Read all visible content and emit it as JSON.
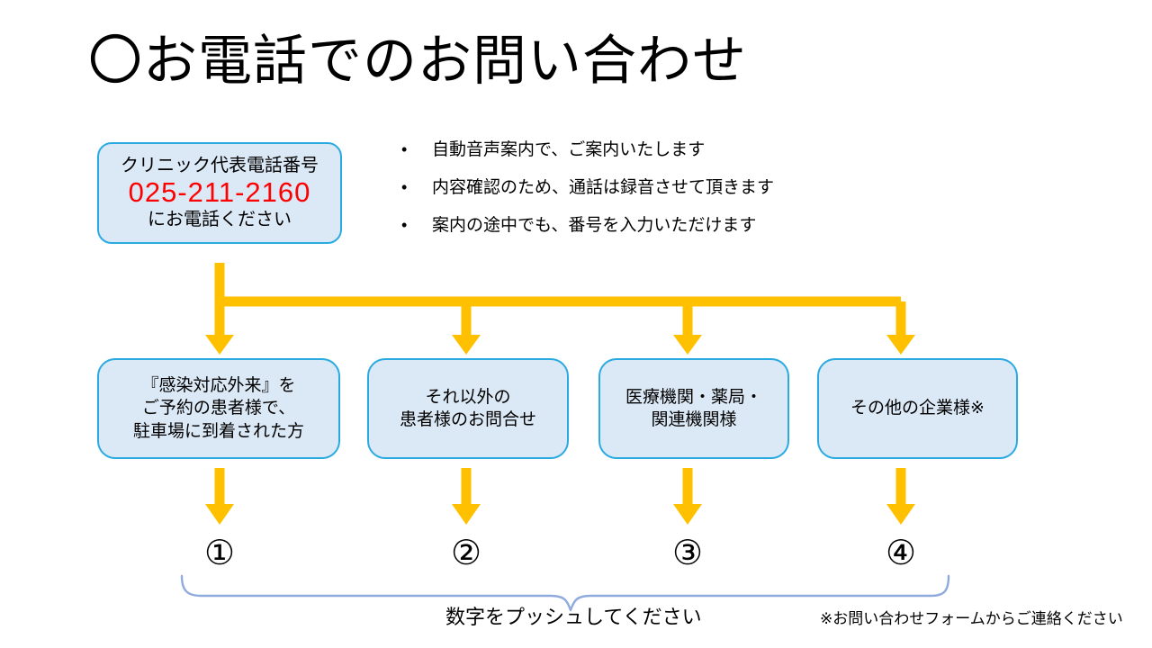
{
  "page": {
    "title": "〇お電話でのお問い合わせ",
    "background_color": "#ffffff"
  },
  "colors": {
    "box_fill": "#dbe8f5",
    "box_border": "#29abe2",
    "arrow": "#ffc000",
    "brace": "#8faadc",
    "phone_number_text": "#ff0000",
    "text": "#000000"
  },
  "phone_box": {
    "heading": "クリニック代表電話番号",
    "number": "025-211-2160",
    "instruction": "にお電話ください"
  },
  "notes": {
    "bullets": [
      {
        "marker": "•",
        "text": "自動音声案内で、ご案内いたします"
      },
      {
        "marker": "•",
        "text": "内容確認のため、通話は録音させて頂きます"
      },
      {
        "marker": "•",
        "text": "案内の途中でも、番号を入力いただけます"
      }
    ]
  },
  "categories": [
    {
      "id": "cat-1",
      "lines": [
        "『感染対応外来』を",
        "ご予約の患者様で、",
        "駐車場に到着された方"
      ],
      "number": "①"
    },
    {
      "id": "cat-2",
      "lines": [
        "それ以外の",
        "患者様のお問合せ"
      ],
      "number": "②"
    },
    {
      "id": "cat-3",
      "lines": [
        "医療機関・薬局・",
        "関連機関様"
      ],
      "number": "③"
    },
    {
      "id": "cat-4",
      "lines": [
        "その他の企業様※"
      ],
      "number": "④"
    }
  ],
  "footer": {
    "push_caption": "数字をプッシュしてください",
    "form_note": "※お問い合わせフォームからご連絡ください"
  }
}
